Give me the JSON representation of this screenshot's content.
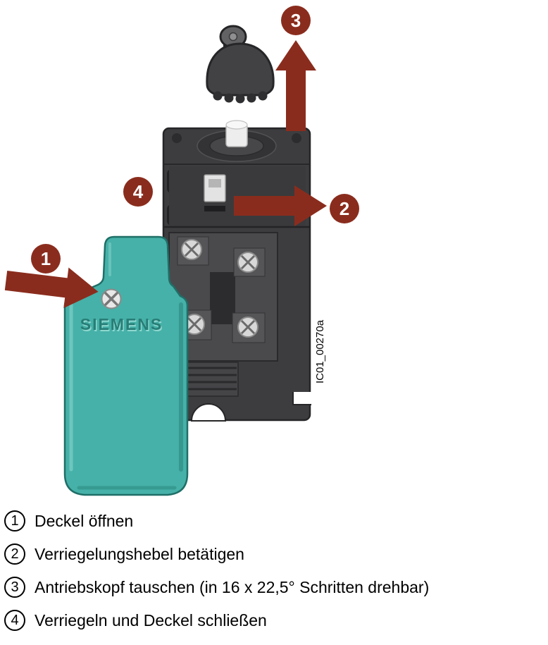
{
  "figure": {
    "code": "IC01_00270a",
    "brand": "SIEMENS",
    "callouts": {
      "c1": "1",
      "c2": "2",
      "c3": "3",
      "c4": "4"
    },
    "colors": {
      "accent_red": "#8a2c1d",
      "teal": "#46b1a8",
      "body_dark": "#3d3d3f"
    }
  },
  "legend": {
    "items": [
      {
        "num": "1",
        "text": "Deckel öffnen"
      },
      {
        "num": "2",
        "text": "Verriegelungshebel betätigen"
      },
      {
        "num": "3",
        "text": "Antriebskopf tauschen (in 16 x 22,5° Schritten drehbar)"
      },
      {
        "num": "4",
        "text": "Verriegeln und Deckel schließen"
      }
    ]
  }
}
